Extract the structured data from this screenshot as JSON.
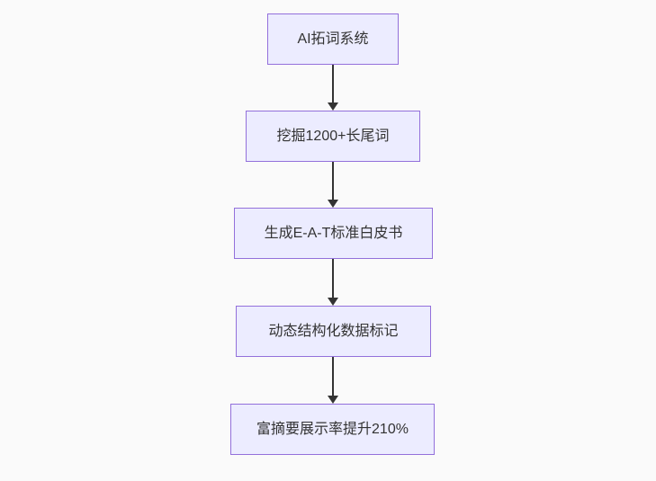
{
  "diagram": {
    "type": "flowchart",
    "direction": "top-down",
    "nodes": [
      {
        "id": "n1",
        "label": "AI拓词系统"
      },
      {
        "id": "n2",
        "label": "挖掘1200+长尾词"
      },
      {
        "id": "n3",
        "label": "生成E-A-T标准白皮书"
      },
      {
        "id": "n4",
        "label": "动态结构化数据标记"
      },
      {
        "id": "n5",
        "label": "富摘要展示率提升210%"
      }
    ],
    "edges": [
      {
        "from": "AI拓词系统",
        "to": "挖掘1200+长尾词"
      },
      {
        "from": "挖掘1200+长尾词",
        "to": "生成E-A-T标准白皮书"
      },
      {
        "from": "生成E-A-T标准白皮书",
        "to": "动态结构化数据标记"
      },
      {
        "from": "动态结构化数据标记",
        "to": "富摘要展示率提升210%"
      }
    ],
    "colors": {
      "background": "#fafafa",
      "node_fill": "#ECECFF",
      "node_border": "#9370DB",
      "edge": "#333333",
      "text": "#333333"
    }
  }
}
